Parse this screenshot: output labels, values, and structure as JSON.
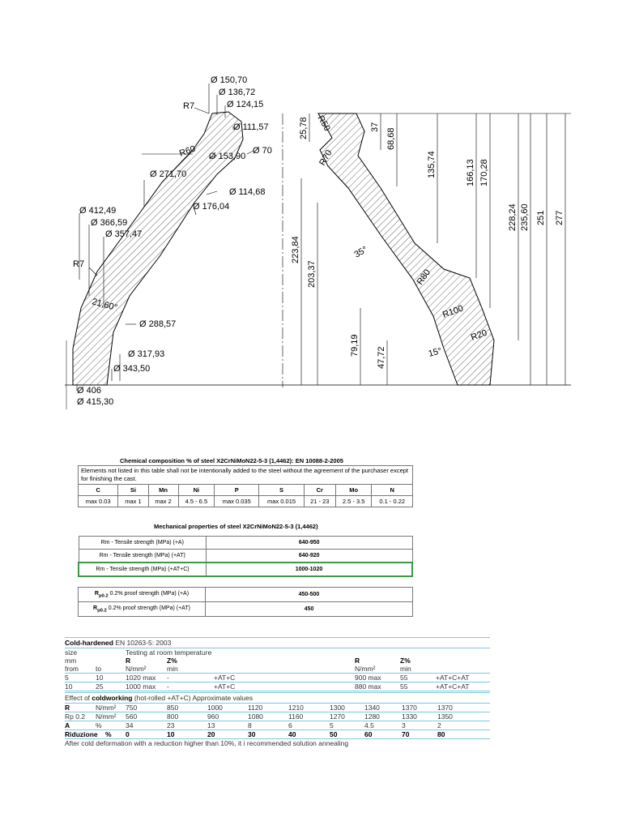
{
  "drawing": {
    "left_dims": [
      "Ø 150,70",
      "Ø 136,72",
      "Ø 124,15",
      "Ø 111,57",
      "Ø 70",
      "Ø 153,90",
      "Ø 271,70",
      "Ø 114,68",
      "Ø 176,04",
      "Ø 412,49",
      "Ø 366,59",
      "Ø 357,47",
      "Ø 288,57",
      "Ø 317,93",
      "Ø 343,50",
      "Ø 406",
      "Ø 415,30"
    ],
    "radii": [
      "R7",
      "R60",
      "R7",
      "R50",
      "R70",
      "R80",
      "R100",
      "R20"
    ],
    "angles": [
      "21,60°",
      "35°",
      "15°"
    ],
    "heights": [
      "25,78",
      "37",
      "68,68",
      "135,74",
      "166,13",
      "170,28",
      "228,24",
      "235,60",
      "251",
      "277",
      "223,84",
      "203,37",
      "79,19",
      "47,72"
    ]
  },
  "chemical": {
    "title": "Chemical composition %   of   steel   X2CrNiMoN22-5-3 (1,4462):  EN 10088-2-2005",
    "note": "Elements not listed in this table shall not be intentionally added to the steel without the agreement of the purchaser except for finishing the cast.",
    "headers": [
      "C",
      "Si",
      "Mn",
      "Ni",
      "P",
      "S",
      "Cr",
      "Mo",
      "N"
    ],
    "values": [
      "max  0.03",
      "max  1",
      "max  2",
      "4.5 - 6.5",
      "max  0.035",
      "max  0.015",
      "21 - 23",
      "2.5 - 3.5",
      "0.1 - 0.22"
    ]
  },
  "mechanical": {
    "title": "Mechanical properties of   steel   X2CrNiMoN22-5-3 (1,4462)",
    "rm_rows": [
      {
        "label": "Rm - Tensile strength (MPa) (+A)",
        "value": "640-950"
      },
      {
        "label": "Rm - Tensile strength (MPa) (+AT)",
        "value": "640-920"
      },
      {
        "label": "Rm - Tensile strength (MPa) (+AT+C)",
        "value": "1000-1020"
      }
    ],
    "rp_rows": [
      {
        "label_main": "R",
        "label_sub": "p0.2",
        "label_rest": " 0.2% proof strength (MPa) (+A)",
        "value": "450-500"
      },
      {
        "label_main": "R",
        "label_sub": "p0.2",
        "label_rest": " 0.2% proof strength (MPa) (+AT)",
        "value": "450"
      }
    ],
    "highlight_color": "#3a9a48"
  },
  "cold": {
    "title_bold": "Cold-hardened",
    "title_rest": " EN 10263-5: 2003",
    "header1": [
      "size",
      "Testing at room temperature"
    ],
    "header2": [
      "mm",
      "R",
      "Z%",
      "R",
      "Z%"
    ],
    "header3": [
      "from",
      "to",
      "N/mm²",
      "min",
      "N/mm²",
      "min"
    ],
    "rows": [
      [
        "5",
        "10",
        "1020 max",
        "-",
        "+AT+C",
        "900 max",
        "55",
        "+AT+C+AT"
      ],
      [
        "10",
        "25",
        "1000 max",
        "-",
        "+AT+C",
        "880 max",
        "55",
        "+AT+C+AT"
      ]
    ],
    "effect_pre": "Effect of ",
    "effect_bold": "coldworking",
    "effect_rest": " (hot-rolled +AT+C)  Approximate values",
    "work_rows": [
      [
        "R",
        "N/mm²",
        "750",
        "850",
        "1000",
        "1120",
        "1210",
        "1300",
        "1340",
        "1370",
        "1370"
      ],
      [
        "Rp 0.2",
        "N/mm²",
        "560",
        "800",
        "960",
        "1080",
        "1160",
        "1270",
        "1280",
        "1330",
        "1350"
      ],
      [
        "A",
        "%",
        "34",
        "23",
        "13",
        "8",
        "6",
        "5",
        "4.5",
        "3",
        "2"
      ],
      [
        "Riduzione",
        "%",
        "0",
        "10",
        "20",
        "30",
        "40",
        "50",
        "60",
        "70",
        "80"
      ]
    ],
    "footer": "After cold deformation with a reduction higher than 10%, it i recommended solution annealing",
    "rule_color": "#7ec8e3"
  }
}
